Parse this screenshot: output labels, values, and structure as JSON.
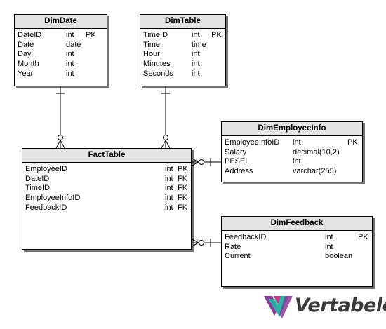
{
  "tables": {
    "dimdate": {
      "name": "DimDate",
      "columns": [
        {
          "name": "DateID",
          "type": "int",
          "key": "PK"
        },
        {
          "name": "Date",
          "type": "date",
          "key": ""
        },
        {
          "name": "Day",
          "type": "int",
          "key": ""
        },
        {
          "name": "Month",
          "type": "int",
          "key": ""
        },
        {
          "name": "Year",
          "type": "int",
          "key": ""
        }
      ]
    },
    "dimtable": {
      "name": "DimTable",
      "columns": [
        {
          "name": "TimeID",
          "type": "int",
          "key": "PK"
        },
        {
          "name": "Time",
          "type": "time",
          "key": ""
        },
        {
          "name": "Hour",
          "type": "int",
          "key": ""
        },
        {
          "name": "Minutes",
          "type": "int",
          "key": ""
        },
        {
          "name": "Seconds",
          "type": "int",
          "key": ""
        }
      ]
    },
    "facttable": {
      "name": "FactTable",
      "columns": [
        {
          "name": "EmployeeID",
          "type": "int",
          "key": "PK"
        },
        {
          "name": "DateID",
          "type": "int",
          "key": "FK"
        },
        {
          "name": "TimeID",
          "type": "int",
          "key": "FK"
        },
        {
          "name": "EmployeeInfoID",
          "type": "int",
          "key": "FK"
        },
        {
          "name": "FeedbackID",
          "type": "int",
          "key": "FK"
        }
      ]
    },
    "dimemployeeinfo": {
      "name": "DimEmployeeInfo",
      "columns": [
        {
          "name": "EmployeeInfoID",
          "type": "int",
          "key": "PK"
        },
        {
          "name": "Salary",
          "type": "decimal(10,2)",
          "key": ""
        },
        {
          "name": "PESEL",
          "type": "int",
          "key": ""
        },
        {
          "name": "Address",
          "type": "varchar(255)",
          "key": ""
        }
      ]
    },
    "dimfeedback": {
      "name": "DimFeedback",
      "columns": [
        {
          "name": "FeedbackID",
          "type": "int",
          "key": "PK"
        },
        {
          "name": "Rate",
          "type": "int",
          "key": ""
        },
        {
          "name": "Current",
          "type": "boolean",
          "key": ""
        }
      ]
    }
  },
  "branding": {
    "logo_text": "Vertabelo",
    "colors": {
      "teal": "#2bb5a6",
      "purple": "#8b3a9a",
      "magenta": "#c8358a",
      "text": "#3a3a3a"
    }
  }
}
